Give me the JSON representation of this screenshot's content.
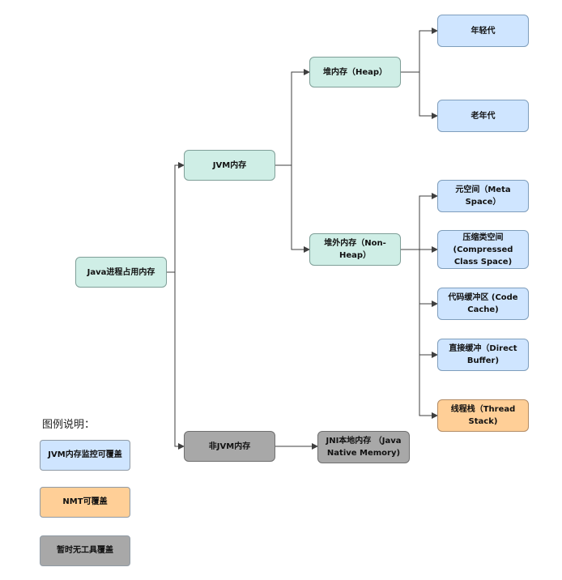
{
  "nodes": {
    "java_process": "Java进程占用内存",
    "jvm_memory": "JVM内存",
    "non_jvm_memory": "非JVM内存",
    "heap": "堆内存（Heap）",
    "non_heap": "堆外内存（Non-Heap）",
    "young_gen": "年轻代",
    "old_gen": "老年代",
    "meta_space": "元空间（Meta Space）",
    "compressed_class_space": "压缩类空间 (Compressed Class Space)",
    "code_cache": "代码缓冲区 (Code Cache)",
    "direct_buffer": "直接缓冲（Direct Buffer)",
    "thread_stack": "线程栈（Thread Stack)",
    "jni_native_memory": "JNI本地内存 （Java Native Memory)"
  },
  "legend": {
    "title": "图例说明：",
    "items": [
      "JVM内存监控可覆盖",
      "NMT可覆盖",
      "暂时无工具覆盖"
    ]
  },
  "colors": {
    "teal": "#cfeee6",
    "blue": "#cfe5ff",
    "orange": "#ffcf97",
    "gray": "#a8a8a8",
    "line": "#3f3f3f"
  }
}
